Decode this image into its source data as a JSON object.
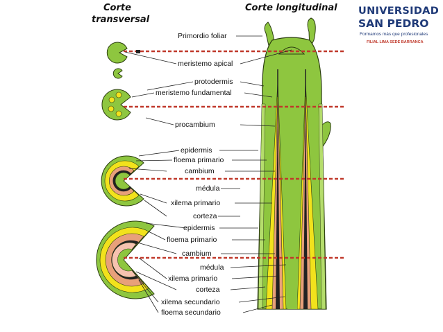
{
  "titles": {
    "transverse_line1": "Corte",
    "transverse_line2": "transversal",
    "longitudinal": "Corte longitudinal"
  },
  "logo": {
    "line1": "UNIVERSIDAD",
    "line2": "SAN PEDRO",
    "tagline": "Formamos más que profesionales",
    "branch": "FILIAL LIMA  SEDE BARRANCA"
  },
  "labels": {
    "primordio_foliar": "Primordio foliar",
    "meristemo_apical": "meristemo apical",
    "protodermis": "protodermis",
    "meristemo_fundamental": "meristemo fundamental",
    "procambium": "procambium",
    "epidermis_1": "epidermis",
    "floema_primario_1": "floema primario",
    "cambium_1": "cambium",
    "medula_1": "médula",
    "xilema_primario_1": "xilema primario",
    "corteza_1": "corteza",
    "epidermis_2": "epidermis",
    "floema_primario_2": "floema primario",
    "cambium_2": "cambium",
    "medula_2": "médula",
    "xilema_primario_2": "xilema primario",
    "corteza_2": "corteza",
    "xilema_secundario": "xilema secundario",
    "floema_secundario": "floema secundario"
  },
  "colors": {
    "green": "#8ec63f",
    "dark_green": "#5a8f1e",
    "yellow": "#f2e21c",
    "salmon": "#e8a07a",
    "pink": "#f6c2b0",
    "dashed_line": "#c0392b",
    "logo_blue": "#1f3a78"
  }
}
